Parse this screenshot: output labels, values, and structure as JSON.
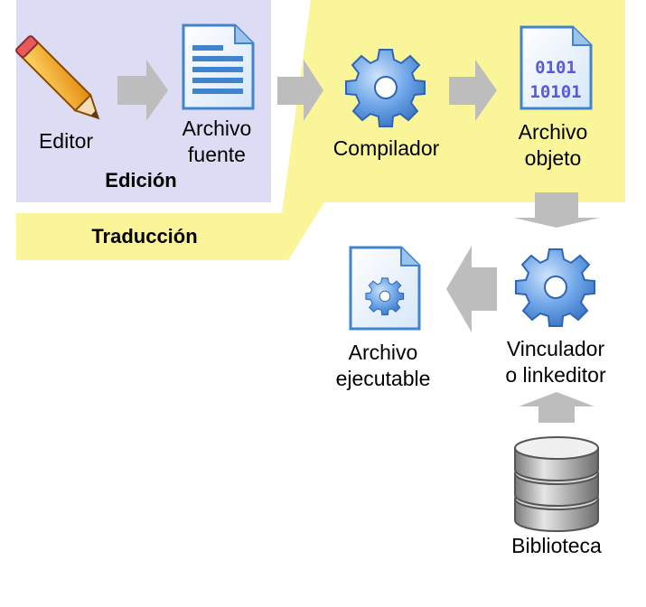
{
  "colors": {
    "edicion_region": "#dcdcf5",
    "traduccion_region": "#fbf599",
    "arrow": "#bdbdbd",
    "pencil_body": "#f3a81c",
    "document_blue": "#3f84cc",
    "gear_blue": "#4f8fdc",
    "binary_text": "#5a5ad8",
    "database_gray": "#9e9e9e"
  },
  "regions": {
    "edicion": "Edición",
    "traduccion": "Traducción"
  },
  "nodes": {
    "editor": {
      "label": "Editor",
      "icon": "pencil-icon"
    },
    "source": {
      "line1": "Archivo",
      "line2": "fuente",
      "icon": "document-icon"
    },
    "compiler": {
      "label": "Compilador",
      "icon": "gear-icon"
    },
    "object": {
      "line1": "Archivo",
      "line2": "objeto",
      "icon": "binary-document-icon",
      "bin1": "0101",
      "bin2": "10101"
    },
    "linker": {
      "line1": "Vinculador",
      "line2": "o linkeditor",
      "icon": "gear-icon"
    },
    "executable": {
      "line1": "Archivo",
      "line2": "ejecutable",
      "icon": "executable-document-icon"
    },
    "library": {
      "label": "Biblioteca",
      "icon": "database-icon"
    }
  }
}
